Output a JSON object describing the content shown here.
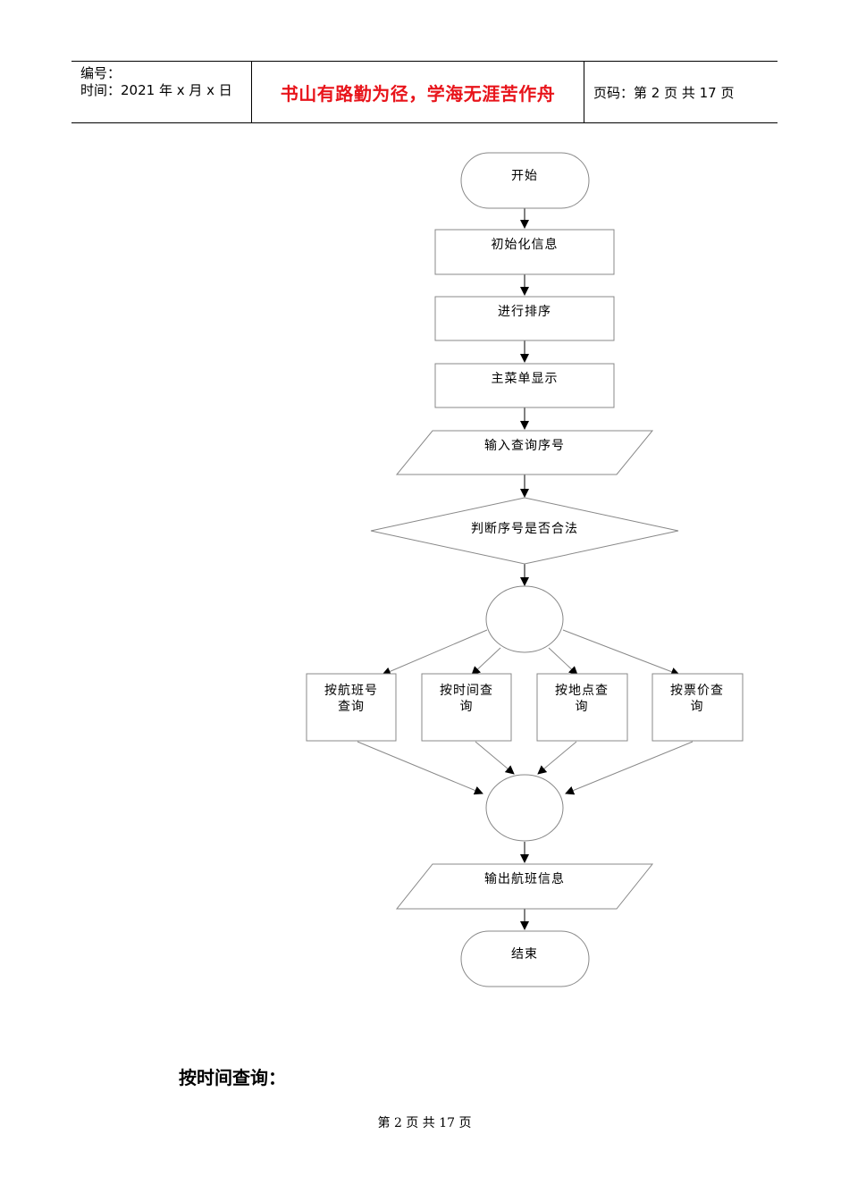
{
  "header": {
    "number_label": "编号：",
    "time_label": "时间：2021 年 x 月 x 日",
    "motto": "书山有路勤为径，学海无涯苦作舟",
    "page_info": "页码：第 2 页  共 17 页"
  },
  "flowchart": {
    "start": "开始",
    "init": "初始化信息",
    "sort": "进行排序",
    "menu": "主菜单显示",
    "input": "输入查询序号",
    "decision": "判断序号是否合法",
    "branches": [
      [
        "按航班号",
        "查询"
      ],
      [
        "按时间查",
        "询"
      ],
      [
        "按地点查",
        "询"
      ],
      [
        "按票价查",
        "询"
      ]
    ],
    "output": "输出航班信息",
    "end": "结束"
  },
  "section_heading": "按时间查询：",
  "footer": {
    "page_text": "第  2  页  共  17  页"
  }
}
